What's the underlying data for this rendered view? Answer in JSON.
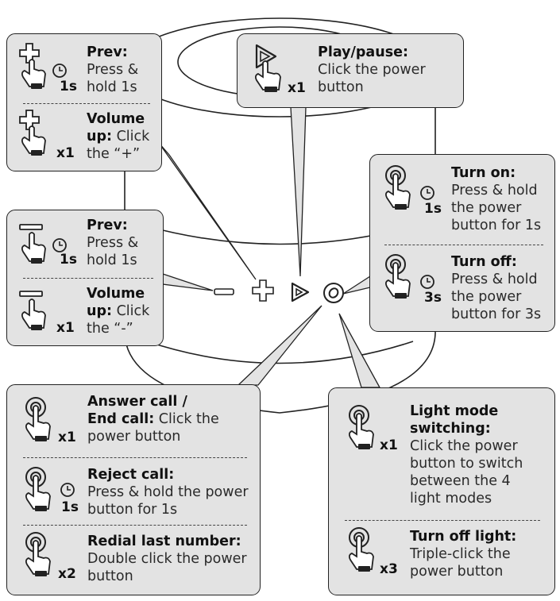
{
  "callouts": {
    "play": {
      "title": "Play/pause:",
      "desc": "Click the power button",
      "count": "x1",
      "icon": "play-tap-icon"
    },
    "top_left": {
      "prev": {
        "title": "Prev:",
        "desc": "Press & hold 1s",
        "count": "1s",
        "icon": "plus-hold-icon"
      },
      "volume": {
        "title": "Volume",
        "title2": "up:",
        "desc": "Click the “+”",
        "count": "x1",
        "icon": "plus-tap-icon"
      }
    },
    "mid_left": {
      "prev": {
        "title": "Prev:",
        "desc": "Press & hold 1s",
        "count": "1s",
        "icon": "minus-hold-icon"
      },
      "volume": {
        "title": "Volume",
        "title2": "up:",
        "desc": "Click the “-”",
        "count": "x1",
        "icon": "minus-tap-icon"
      }
    },
    "power_right": {
      "on": {
        "title": "Turn on:",
        "desc": "Press & hold the power button for 1s",
        "count": "1s",
        "icon": "power-hold-icon"
      },
      "off": {
        "title": "Turn off:",
        "desc": "Press & hold the power button for 3s",
        "count": "3s",
        "icon": "power-hold-icon"
      }
    },
    "call": {
      "answer": {
        "title": "Answer call /",
        "title2": "End call:",
        "desc": "Click the power button",
        "count": "x1",
        "icon": "power-tap-icon"
      },
      "reject": {
        "title": "Reject call:",
        "desc": "Press & hold the power button for 1s",
        "count": "1s",
        "icon": "power-hold-icon"
      },
      "redial": {
        "title": "Redial last number:",
        "desc": "Double click the power button",
        "count": "x2",
        "icon": "power-tap-icon"
      }
    },
    "light": {
      "mode": {
        "title": "Light mode switching:",
        "desc": "Click the power button to switch between the 4 light modes",
        "count": "x1",
        "icon": "power-tap-icon"
      },
      "off": {
        "title": "Turn off light:",
        "desc": "Triple-click the power button",
        "count": "x3",
        "icon": "power-tap-icon"
      }
    }
  },
  "controls": [
    "minus-button",
    "plus-button",
    "play-button",
    "power-button"
  ],
  "colors": {
    "panel": "#e3e3e3",
    "stroke": "#222222",
    "text": "#2a2a2a"
  }
}
